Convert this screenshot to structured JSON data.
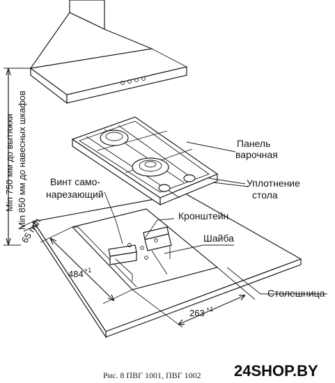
{
  "labels": {
    "panel_line1": "Панель",
    "panel_line2": "варочная",
    "seal_line1": "Уплотнение",
    "seal_line2": "стола",
    "screw_line1": "Винт само-",
    "screw_line2": "нарезающий",
    "bracket": "Кронштейн",
    "washer": "Шайба",
    "countertop": "Столешница"
  },
  "dimensions": {
    "vertical_line1": "Min 750 мм до вытяжки",
    "vertical_line2": "Min 850 мм до навесных шкафов",
    "min65": "65 min",
    "width484": "484",
    "width484_tol": "+1",
    "depth263": "263",
    "depth263_tol": "+1"
  },
  "caption": "Рис. 8      ПВГ 1001, ПВГ 1002",
  "watermark": "24SHOP.BY"
}
